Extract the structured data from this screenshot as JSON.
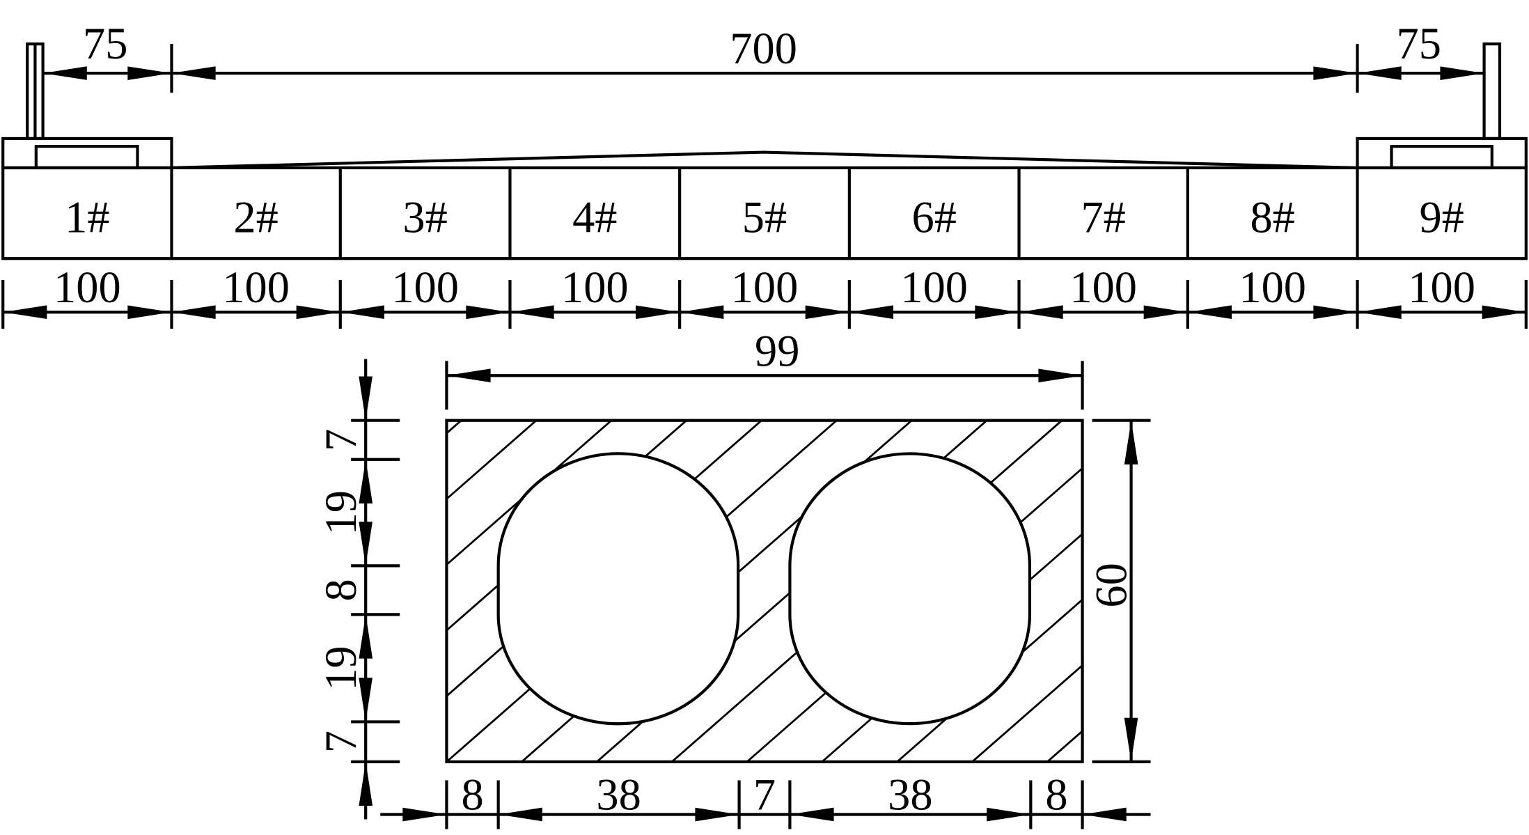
{
  "top_dims": {
    "left": "75",
    "middle": "700",
    "right": "75"
  },
  "segments": [
    "1#",
    "2#",
    "3#",
    "4#",
    "5#",
    "6#",
    "7#",
    "8#",
    "9#"
  ],
  "segment_widths": [
    "100",
    "100",
    "100",
    "100",
    "100",
    "100",
    "100",
    "100",
    "100"
  ],
  "section": {
    "width": "99",
    "height": "60",
    "vertical_dims": [
      "7",
      "19",
      "8",
      "19",
      "7"
    ],
    "horizontal_dims": [
      "8",
      "38",
      "7",
      "38",
      "8"
    ]
  }
}
